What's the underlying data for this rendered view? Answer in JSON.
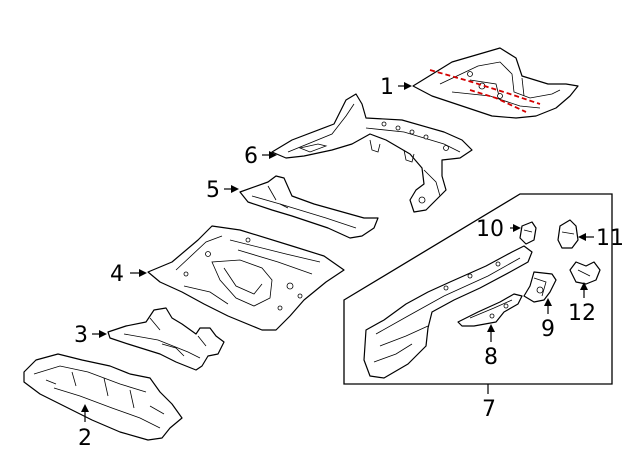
{
  "callouts": {
    "c1": "1",
    "c2": "2",
    "c3": "3",
    "c4": "4",
    "c5": "5",
    "c6": "6",
    "c7": "7",
    "c8": "8",
    "c9": "9",
    "c10": "10",
    "c11": "11",
    "c12": "12"
  },
  "colors": {
    "line": "#000000",
    "background": "#ffffff",
    "cut_line": "#d40000"
  }
}
